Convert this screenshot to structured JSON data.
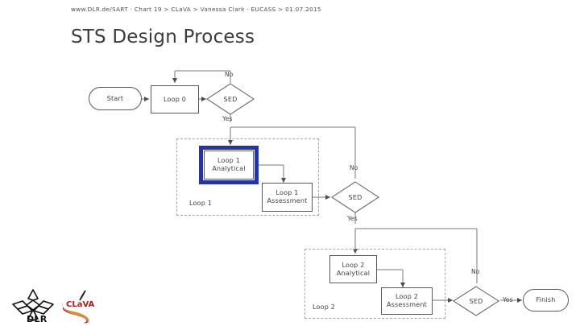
{
  "header": {
    "breadcrumb": "www.DLR.de/SART  ·  Chart 19   > CLaVA  >  Vanessa Clark  ·  EUCASS  > 01.07.2015"
  },
  "title": "STS Design Process",
  "colors": {
    "highlight_blue": "#2434a8",
    "node_border": "#595959",
    "group_border": "#a6a6a6",
    "text": "#404040",
    "dlr_logo": "#111111",
    "clava_logo": "#a31f22"
  },
  "flowchart": {
    "nodes": {
      "start": "Start",
      "loop0": "Loop 0",
      "sed1": "SED",
      "loop1_analytical_line1": "Loop 1",
      "loop1_analytical_line2": "Analytical",
      "loop1_assessment_line1": "Loop 1",
      "loop1_assessment_line2": "Assessment",
      "sed2": "SED",
      "loop2_analytical_line1": "Loop 2",
      "loop2_analytical_line2": "Analytical",
      "loop2_assessment_line1": "Loop 2",
      "loop2_assessment_line2": "Assessment",
      "sed3": "SED",
      "finish": "Finish"
    },
    "groups": {
      "loop1": "Loop 1",
      "loop2": "Loop 2"
    },
    "edge_labels": {
      "sed1_no": "No",
      "sed1_yes": "Yes",
      "sed2_no": "No",
      "sed2_yes": "Yes",
      "sed3_no": "No",
      "sed3_yes": "Yes"
    }
  },
  "logos": {
    "dlr_text": "DLR",
    "clava_text": "CLaVA"
  }
}
